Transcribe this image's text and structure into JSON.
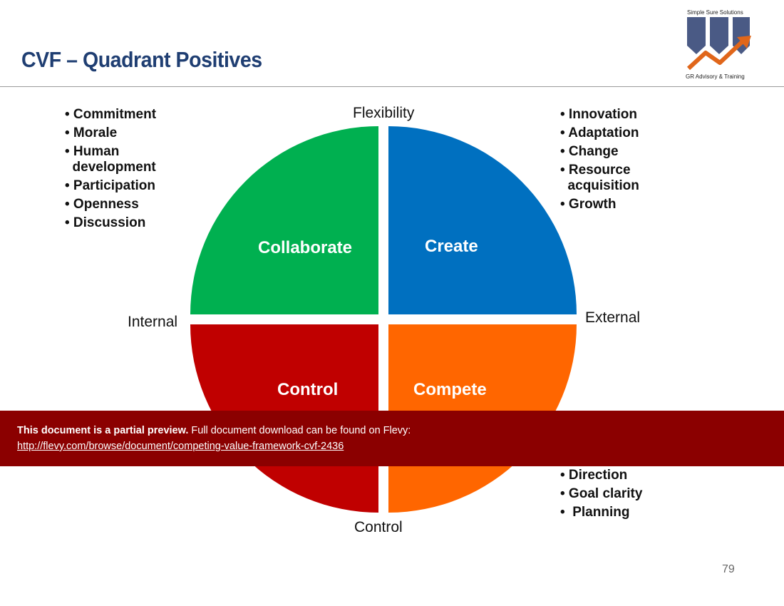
{
  "header": {
    "title": "CVF – Quadrant Positives",
    "logo_top": "Simple Sure Solutions",
    "logo_bottom": "GR Advisory & Training"
  },
  "diagram": {
    "axes": {
      "top": "Flexibility",
      "bottom": "Control",
      "left": "Internal",
      "right": "External"
    },
    "quadrants": {
      "top_left": {
        "label": "Collaborate",
        "color": "#00b050"
      },
      "top_right": {
        "label": "Create",
        "color": "#0070c0"
      },
      "bottom_left": {
        "label": "Control",
        "color": "#c00000"
      },
      "bottom_right": {
        "label": "Compete",
        "color": "#ff6600"
      }
    },
    "bullets_top_left": [
      "• Commitment",
      "• Morale",
      "• Human\n  development",
      "• Participation",
      "• Openness",
      "• Discussion"
    ],
    "bullets_top_right": [
      "• Innovation",
      "• Adaptation",
      "• Change",
      "• Resource\n  acquisition",
      "• Growth"
    ],
    "bullets_bottom_right": [
      "• Direction",
      "• Goal clarity",
      "•  Planning"
    ]
  },
  "banner": {
    "bold_text": "This document is a partial preview.",
    "text": "  Full document download can be found on Flevy:",
    "link": "http://flevy.com/browse/document/competing-value-framework-cvf-2436",
    "color": "#8b0000"
  },
  "footer": {
    "page_number": "79"
  }
}
